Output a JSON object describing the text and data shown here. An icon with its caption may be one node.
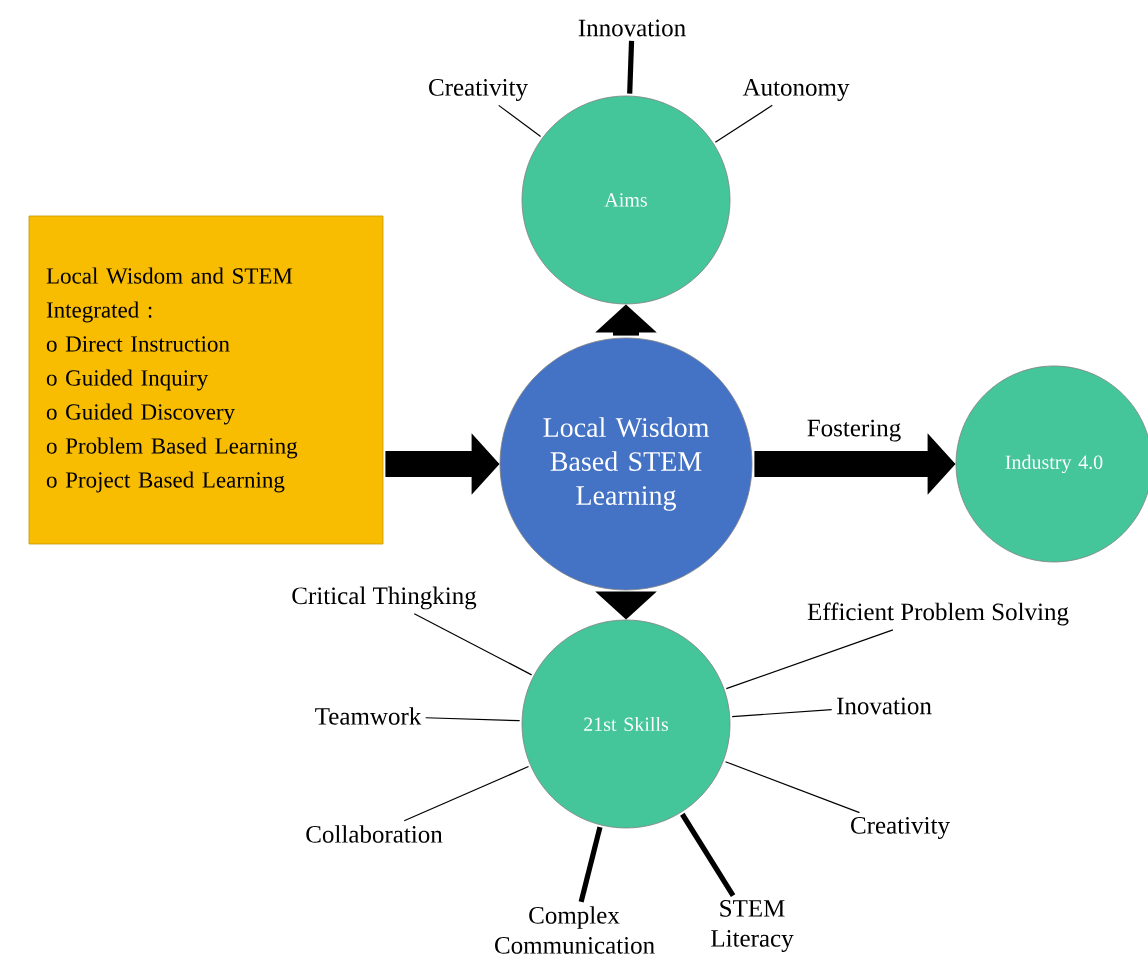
{
  "diagram": {
    "nodes": [
      {
        "text": [
          "Local Wisdom and STEM Integrated :",
          "o Direct Instruction",
          "o Guided Inquiry",
          "o Guided Discovery",
          "o Problem Based Learning",
          "o Project Based Learning"
        ]
      },
      {
        "text": [
          "Local Wisdom Based STEM Learning"
        ]
      },
      {
        "text": [
          "Aims"
        ]
      },
      {
        "text": [
          "Industry 4.0"
        ]
      },
      {
        "text": [
          "21st Skills"
        ]
      },
      {
        "text": [
          "Creativity"
        ]
      },
      {
        "text": [
          "Innovation"
        ]
      },
      {
        "text": [
          "Autonomy"
        ]
      },
      {
        "text": [
          "Critical Thingking"
        ]
      },
      {
        "text": [
          "Efficient Problem Solving"
        ]
      },
      {
        "text": [
          "Teamwork"
        ]
      },
      {
        "text": [
          "Inovation"
        ]
      },
      {
        "text": [
          "Collaboration"
        ]
      },
      {
        "text": [
          "Creativity"
        ]
      },
      {
        "text": [
          "Complex Communication"
        ]
      },
      {
        "text": [
          "STEM Literacy"
        ]
      }
    ],
    "edges": [
      {
        "from": 0,
        "to": 1,
        "arrow": "to",
        "style": "thick"
      },
      {
        "from": 1,
        "to": 2,
        "arrow": "to",
        "style": "thick"
      },
      {
        "from": 1,
        "to": 3,
        "arrow": "to",
        "style": "thick",
        "label": "Fostering"
      },
      {
        "from": 1,
        "to": 4,
        "arrow": "to",
        "style": "thick"
      },
      {
        "from": 2,
        "to": 5,
        "arrow": "none"
      },
      {
        "from": 2,
        "to": 6,
        "arrow": "none",
        "style": "thick"
      },
      {
        "from": 2,
        "to": 7,
        "arrow": "none"
      },
      {
        "from": 4,
        "to": 8,
        "arrow": "none"
      },
      {
        "from": 4,
        "to": 9,
        "arrow": "none"
      },
      {
        "from": 4,
        "to": 10,
        "arrow": "none"
      },
      {
        "from": 4,
        "to": 11,
        "arrow": "none"
      },
      {
        "from": 4,
        "to": 12,
        "arrow": "none"
      },
      {
        "from": 4,
        "to": 13,
        "arrow": "none"
      },
      {
        "from": 4,
        "to": 14,
        "arrow": "none",
        "style": "thick"
      },
      {
        "from": 4,
        "to": 15,
        "arrow": "none",
        "style": "thick"
      }
    ]
  }
}
